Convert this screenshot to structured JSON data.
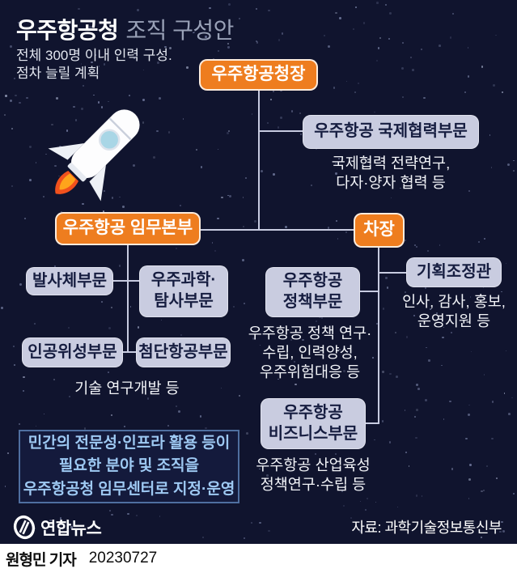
{
  "header": {
    "title_main": "우주항공청",
    "title_sub": "조직 구성안",
    "subtitle": "전체 300명 이내 인력 구성.\n점차 늘릴 계획"
  },
  "nodes": {
    "chief": {
      "label": "우주항공청장"
    },
    "intl": {
      "label": "우주항공 국제협력부문",
      "desc": "국제협력 전략연구,\n다자·양자 협력 등"
    },
    "hq": {
      "label": "우주항공 임무본부"
    },
    "deputy": {
      "label": "차장"
    },
    "launch": {
      "label": "발사체부문"
    },
    "science": {
      "label": "우주과학·\n탐사부문"
    },
    "satellite": {
      "label": "인공위성부문"
    },
    "aviation": {
      "label": "첨단항공부문"
    },
    "hq_desc": "기술 연구개발 등",
    "planning": {
      "label": "기획조정관",
      "desc": "인사, 감사, 홍보,\n운영지원 등"
    },
    "policy": {
      "label": "우주항공\n정책부문",
      "desc": "우주항공 정책 연구·\n수립, 인력양성,\n우주위험대응 등"
    },
    "business": {
      "label": "우주항공\n비즈니스부문",
      "desc": "우주항공 산업육성\n정책연구·수립 등"
    }
  },
  "note": "민간의 전문성·인프라 활용 등이\n필요한 분야 및 조직을\n우주항공청 임무센터로 지정·운영",
  "footer": {
    "source": "자료: 과학기술정보통신부",
    "logo_text": "연합뉴스",
    "byline": "원형민 기자",
    "date": "20230727"
  },
  "colors": {
    "background": "#10142e",
    "accent_orange": "#ee7d1f",
    "box_gray": "#c9cce0",
    "connector": "#c7cbe0",
    "note_blue": "#9ec9f3"
  }
}
